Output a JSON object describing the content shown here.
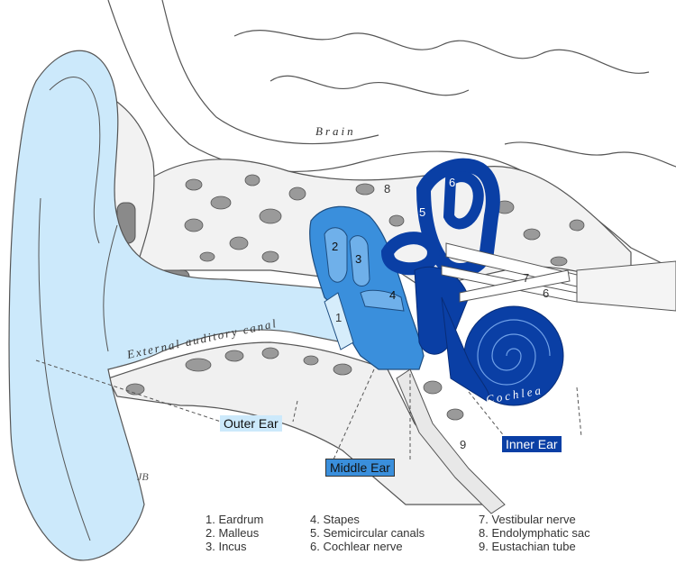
{
  "labels": {
    "brain": "Brain",
    "canal": "External auditory canal",
    "cochlea": "Cochlea",
    "num1": "1",
    "num2": "2",
    "num3": "3",
    "num4": "4",
    "num5": "5",
    "num6": "6",
    "num7": "7",
    "num8": "8",
    "num9": "9",
    "signature": "JB"
  },
  "regions": {
    "outer": "Outer Ear",
    "middle": "Middle Ear",
    "inner": "Inner Ear"
  },
  "legend": {
    "col1": [
      "1. Eardrum",
      "2. Malleus",
      "3. Incus"
    ],
    "col2": [
      "4. Stapes",
      "5. Semicircular canals",
      "6. Cochlear nerve"
    ],
    "col3": [
      "7. Vestibular nerve",
      "8. Endolymphatic sac",
      "9. Eustachian tube"
    ]
  },
  "colors": {
    "outer_fill": "#cce9fb",
    "middle_fill": "#3a8fdc",
    "inner_fill": "#0a3fa5",
    "bone_fill": "#f0f0f0",
    "line": "#555555"
  }
}
